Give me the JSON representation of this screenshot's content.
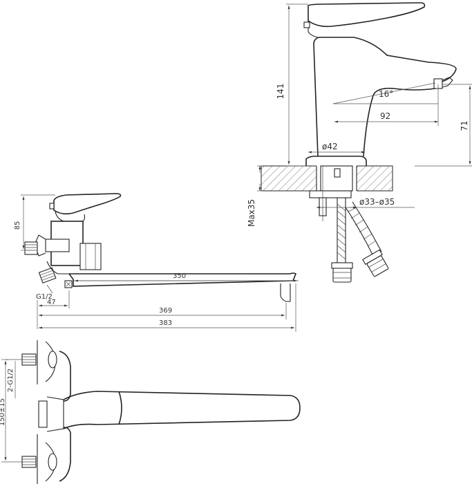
{
  "top": {
    "dim_height": "141",
    "dim_angle": "16°",
    "dim_reach": "92",
    "dim_spout_h": "71",
    "dim_base": "ø42",
    "dim_max": "Max35",
    "dim_hole": "ø33–ø35"
  },
  "side": {
    "dim_handle": "85",
    "dim_spout": "350",
    "dim_thread": "G1/2",
    "dim_offset": "47",
    "dim_369": "369",
    "dim_383": "383"
  },
  "plan": {
    "dim_thread2": "2-G1/2",
    "dim_center": "150±15"
  }
}
